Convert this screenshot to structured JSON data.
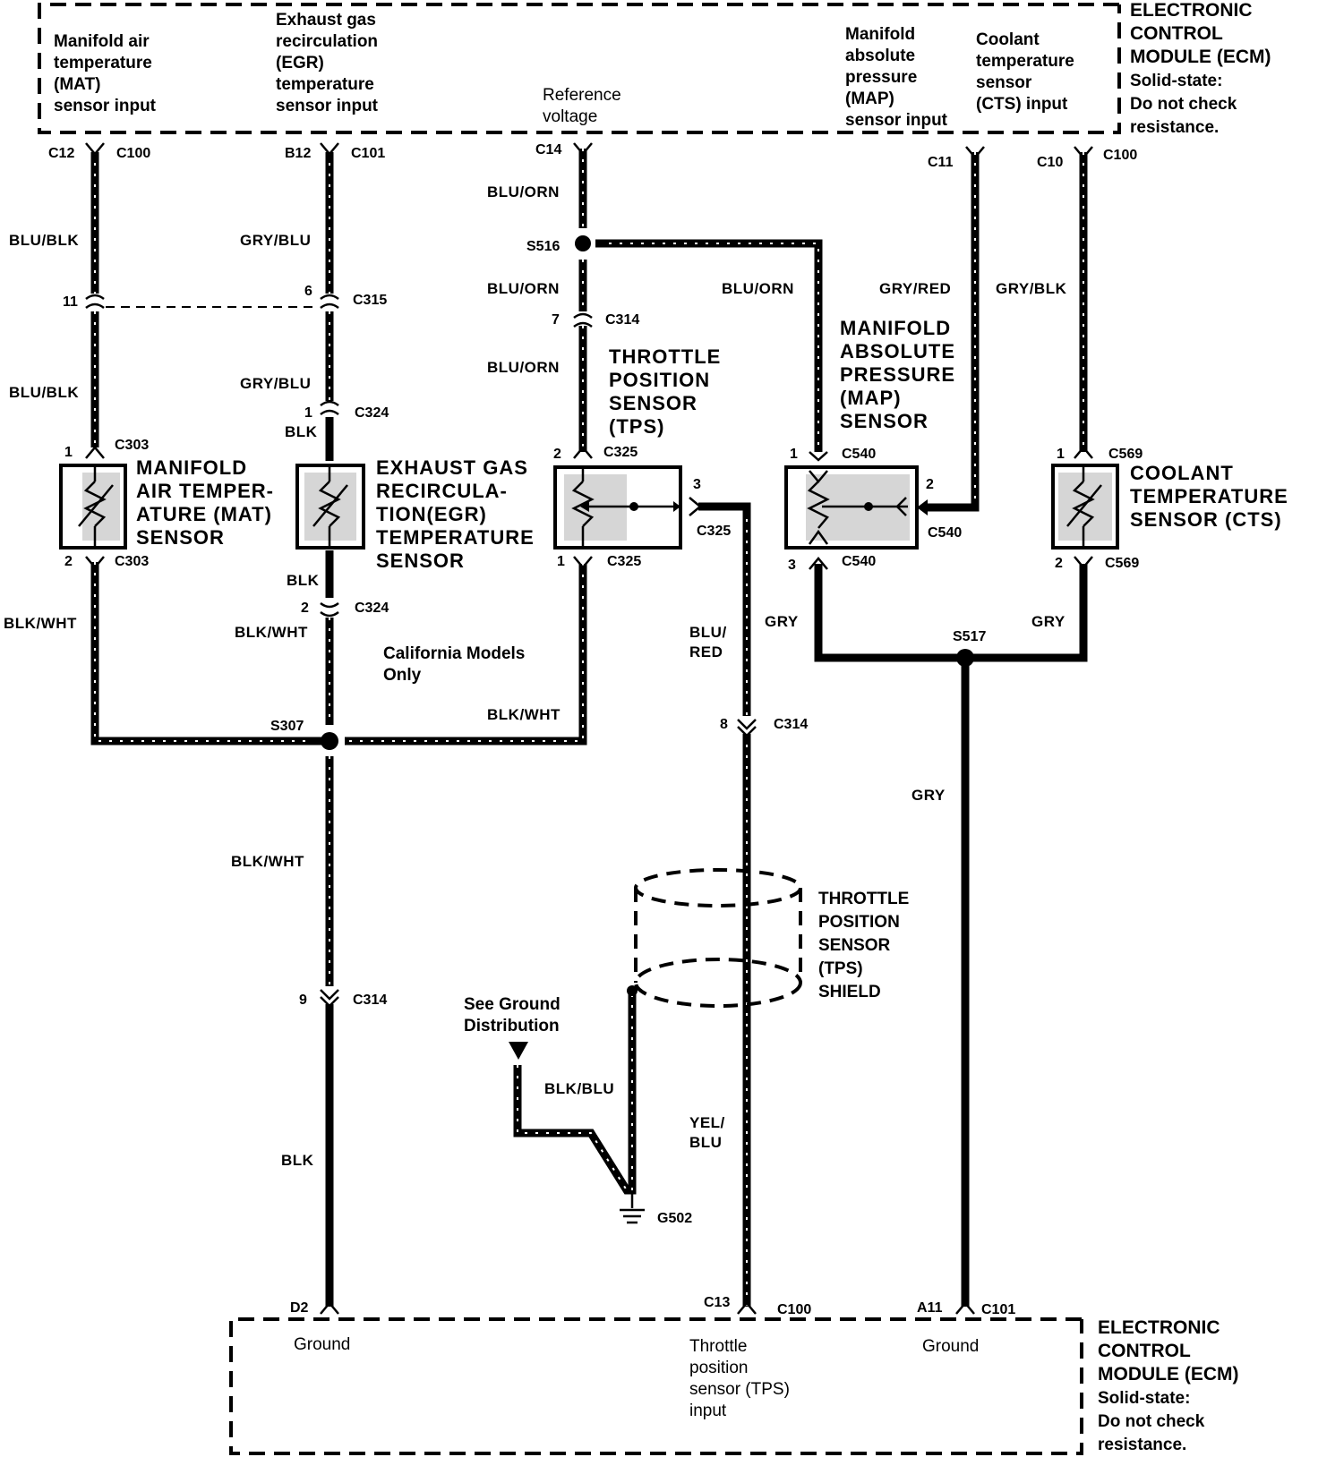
{
  "ecm_top": {
    "title_lines": [
      "ELECTRONIC",
      "CONTROL",
      "MODULE (ECM)"
    ],
    "note_lines": [
      "Solid-state:",
      "Do not check",
      "resistance."
    ],
    "inputs": {
      "mat": [
        "Manifold air",
        "temperature",
        "(MAT)",
        "sensor input"
      ],
      "egr": [
        "Exhaust gas",
        "recirculation",
        "(EGR)",
        "temperature",
        "sensor input"
      ],
      "ref": [
        "Reference",
        "voltage"
      ],
      "map": [
        "Manifold",
        "absolute",
        "pressure",
        "(MAP)",
        "sensor input"
      ],
      "cts": [
        "Coolant",
        "temperature",
        "sensor",
        "(CTS) input"
      ]
    }
  },
  "ecm_bottom": {
    "title_lines": [
      "ELECTRONIC",
      "CONTROL",
      "MODULE (ECM)"
    ],
    "note_lines": [
      "Solid-state:",
      "Do not check",
      "resistance."
    ],
    "ground1": "Ground",
    "tps_input": [
      "Throttle",
      "position",
      "sensor (TPS)",
      "input"
    ],
    "ground2": "Ground"
  },
  "components": {
    "mat": [
      "MANIFOLD",
      "AIR TEMPER-",
      "ATURE (MAT)",
      "SENSOR"
    ],
    "egr": [
      "EXHAUST GAS",
      "RECIRCULA-",
      "TION(EGR)",
      "TEMPERATURE",
      "SENSOR"
    ],
    "tps": [
      "THROTTLE",
      "POSITION",
      "SENSOR",
      "(TPS)"
    ],
    "map": [
      "MANIFOLD",
      "ABSOLUTE",
      "PRESSURE",
      "(MAP)",
      "SENSOR"
    ],
    "cts": [
      "COOLANT",
      "TEMPERATURE",
      "SENSOR (CTS)"
    ],
    "shield": [
      "THROTTLE",
      "POSITION",
      "SENSOR",
      "(TPS)",
      "SHIELD"
    ]
  },
  "notes": {
    "california": [
      "California Models",
      "Only"
    ],
    "ground_dist": [
      "See Ground",
      "Distribution"
    ]
  },
  "pins": {
    "c12": "C12",
    "c100a": "C100",
    "b12": "B12",
    "c101a": "C101",
    "c14": "C14",
    "c11": "C11",
    "c10": "C10",
    "c100b": "C100",
    "p11": "11",
    "p6": "6",
    "c315": "C315",
    "p7": "7",
    "c314a": "C314",
    "p1a": "1",
    "c324a": "C324",
    "p1b": "1",
    "c303a": "C303",
    "p2a": "2",
    "c303b": "C303",
    "p2b": "2",
    "c324b": "C324",
    "p2c": "2",
    "c325a": "C325",
    "p3a": "3",
    "c325b": "C325",
    "p1c": "1",
    "c325c": "C325",
    "p1d": "1",
    "c540a": "C540",
    "p2d": "2",
    "c540b": "C540",
    "p3b": "3",
    "c540c": "C540",
    "p1e": "1",
    "c569a": "C569",
    "p2e": "2",
    "c569b": "C569",
    "p8": "8",
    "c314b": "C314",
    "p9": "9",
    "c314c": "C314",
    "d2": "D2",
    "c13": "C13",
    "c100c": "C100",
    "a11": "A11",
    "c101b": "C101",
    "s516": "S516",
    "s307": "S307",
    "s517": "S517",
    "g502": "G502"
  },
  "wires": {
    "blu_blk_1": "BLU/BLK",
    "blu_blk_2": "BLU/BLK",
    "gry_blu_1": "GRY/BLU",
    "gry_blu_2": "GRY/BLU",
    "blk_1": "BLK",
    "blk_2": "BLK",
    "blu_orn_1": "BLU/ORN",
    "blu_orn_2": "BLU/ORN",
    "blu_orn_3": "BLU/ORN",
    "blu_orn_4": "BLU/ORN",
    "gry_red": "GRY/RED",
    "gry_blk": "GRY/BLK",
    "blk_wht_1": "BLK/WHT",
    "blk_wht_2": "BLK/WHT",
    "blk_wht_3": "BLK/WHT",
    "blk_wht_4": "BLK/WHT",
    "blu_red": [
      "BLU/",
      "RED"
    ],
    "gry_1": "GRY",
    "gry_2": "GRY",
    "gry_3": "GRY",
    "blk_3": "BLK",
    "blk_blu": "BLK/BLU",
    "yel_blu": [
      "YEL/",
      "BLU"
    ]
  }
}
